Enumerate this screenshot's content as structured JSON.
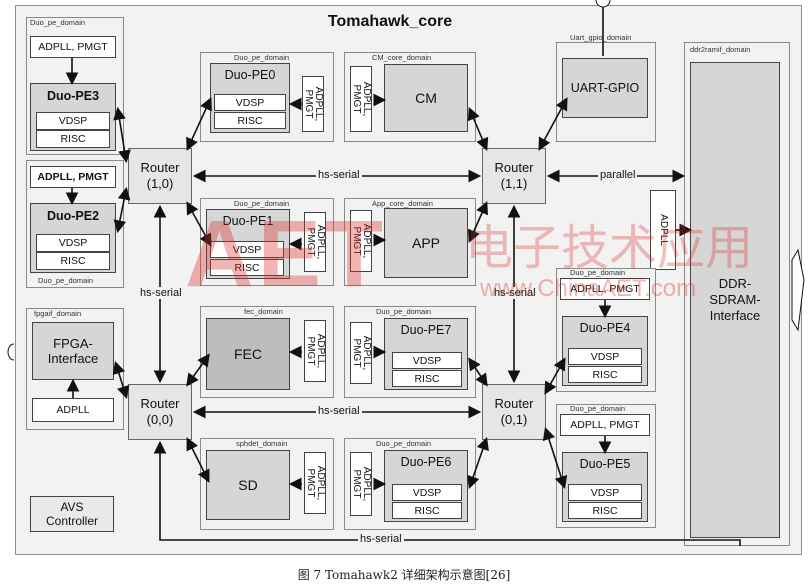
{
  "title": "Tomahawk_core",
  "caption": "图 7   Tomahawk2 详细架构示意图[26]",
  "domains": {
    "duo_pe": "Duo_pe_domain",
    "cm_core": "CM_core_domain",
    "app_core": "App_core_domain",
    "uart_gpio": "Uart_gpio_domain",
    "ddr2ramif": "ddr2ramif_domain",
    "fpgaif": "fpgaif_domain",
    "fec": "fec_domain",
    "sphdet": "sphdet_domain"
  },
  "labels": {
    "adpll_pmgt": "ADPLL, PMGT",
    "adpll_pmgt_v": "ADPLL,\nPMGT",
    "adpll": "ADPLL",
    "vdsp": "VDSP",
    "risc": "RISC",
    "pe3": "Duo-PE3",
    "pe2": "Duo-PE2",
    "pe0": "Duo-PE0",
    "pe1": "Duo-PE1",
    "pe7": "Duo-PE7",
    "pe6": "Duo-PE6",
    "pe4": "Duo-PE4",
    "pe5": "Duo-PE5",
    "cm": "CM",
    "app": "APP",
    "fec": "FEC",
    "sd": "SD",
    "uart": "UART-GPIO",
    "fpga": "FPGA-\nInterface",
    "ddr": "DDR-\nSDRAM-\nInterface",
    "avs": "AVS\nController",
    "router10": "Router\n(1,0)",
    "router11": "Router\n(1,1)",
    "router00": "Router\n(0,0)",
    "router01": "Router\n(0,1)",
    "hs_serial": "hs-serial",
    "parallel": "parallel"
  },
  "watermark": {
    "text": "AET",
    "url": "www.ChinaAET.com",
    "cn": "电子技术应用"
  }
}
